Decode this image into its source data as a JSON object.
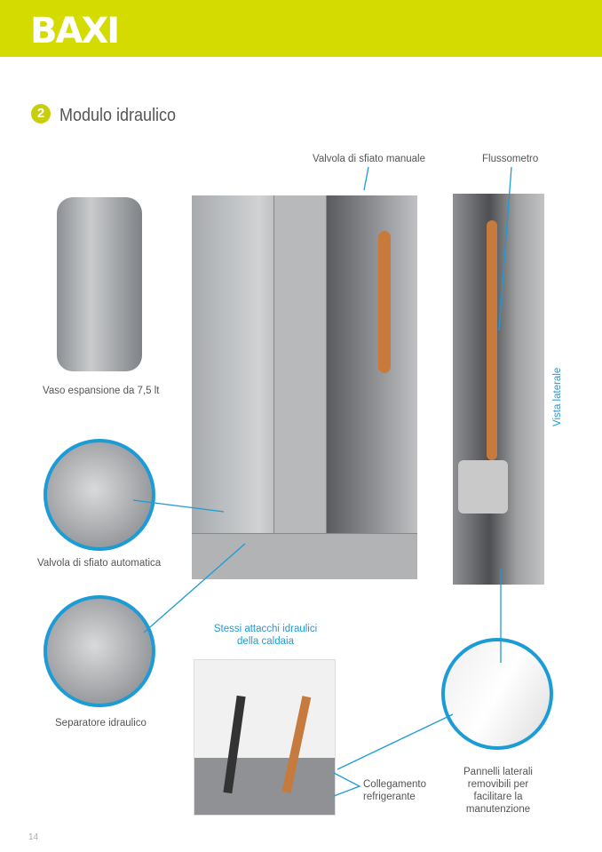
{
  "header": {
    "brand": "BAXI"
  },
  "section": {
    "number": "2",
    "title": "Modulo idraulico"
  },
  "labels": {
    "manual_vent": "Valvola di sfiato manuale",
    "flowmeter": "Flussometro",
    "expansion_vessel": "Vaso espansione da 7,5 lt",
    "auto_vent": "Valvola di sfiato automatica",
    "separator": "Separatore idraulico",
    "side_view": "Vista laterale",
    "same_connections_1": "Stessi attacchi idraulici",
    "same_connections_2": "della caldaia",
    "refrigerant_1": "Collegamento",
    "refrigerant_2": "refrigerante",
    "panels_1": "Pannelli laterali",
    "panels_2": "removibili per",
    "panels_3": "facilitare la",
    "panels_4": "manutenzione"
  },
  "page_number": "14",
  "colors": {
    "accent": "#d4db00",
    "callout": "#1d9bd7"
  }
}
